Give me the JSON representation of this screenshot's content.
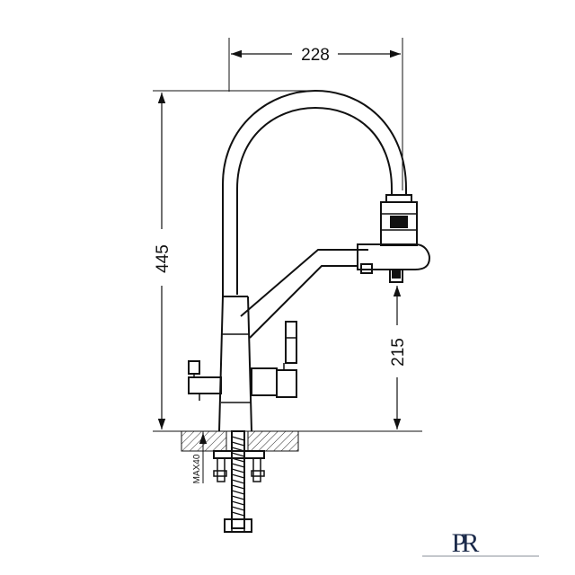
{
  "drawing": {
    "dimensions": {
      "width": "228",
      "height": "445",
      "spout_height": "215",
      "max_counter_thickness": "MAX40"
    },
    "logo": {
      "text": "PR"
    },
    "colors": {
      "line": "#111111",
      "background": "#ffffff",
      "hatch": "#333333"
    }
  }
}
